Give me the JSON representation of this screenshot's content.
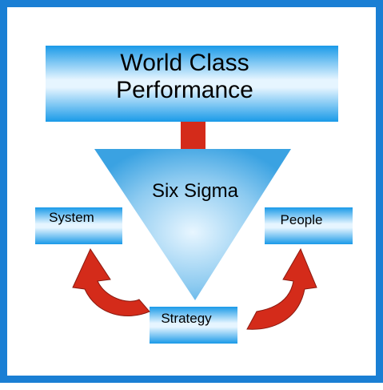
{
  "title": {
    "line1": "World Class",
    "line2": "Performance"
  },
  "center": {
    "label": "Six Sigma"
  },
  "boxes": {
    "system": "System",
    "people": "People",
    "strategy": "Strategy"
  },
  "colors": {
    "border": "#1a7fd4",
    "box_light": "#e6f5ff",
    "box_dark": "#1a9ae8",
    "connector": "#d42b1a",
    "arrow": "#d42b1a"
  }
}
